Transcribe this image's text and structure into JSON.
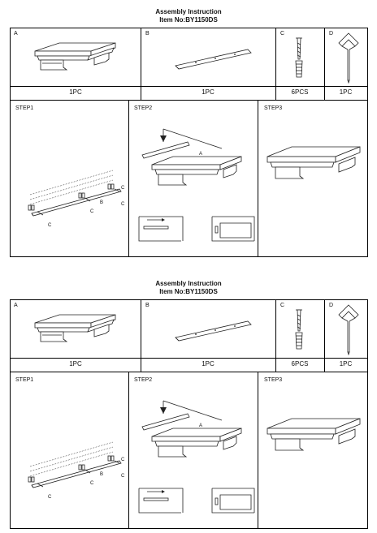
{
  "sheets": [
    {
      "title": "Assembly Instruction",
      "item_no": "Item No:BY1150DS",
      "parts": [
        {
          "label": "A",
          "qty": "1PC",
          "icon": "shelf-icon"
        },
        {
          "label": "B",
          "qty": "1PC",
          "icon": "bracket-bar-icon"
        },
        {
          "label": "C",
          "qty": "6PCS",
          "icon": "screw-anchor-icon"
        },
        {
          "label": "D",
          "qty": "1PC",
          "icon": "hex-key-icon"
        }
      ],
      "steps": [
        {
          "label": "STEP1",
          "callouts": [
            "C",
            "C",
            "B",
            "C",
            "C"
          ]
        },
        {
          "label": "STEP2",
          "callouts": [
            "A"
          ]
        },
        {
          "label": "STEP3",
          "callouts": []
        }
      ]
    },
    {
      "title": "Assembly Instruction",
      "item_no": "Item No:BY1150DS",
      "parts": [
        {
          "label": "A",
          "qty": "1PC",
          "icon": "shelf-icon"
        },
        {
          "label": "B",
          "qty": "1PC",
          "icon": "bracket-bar-icon"
        },
        {
          "label": "C",
          "qty": "6PCS",
          "icon": "screw-anchor-icon"
        },
        {
          "label": "D",
          "qty": "1PC",
          "icon": "hex-key-icon"
        }
      ],
      "steps": [
        {
          "label": "STEP1",
          "callouts": [
            "C",
            "C",
            "B",
            "C",
            "C"
          ]
        },
        {
          "label": "STEP2",
          "callouts": [
            "A"
          ]
        },
        {
          "label": "STEP3",
          "callouts": []
        }
      ]
    }
  ]
}
